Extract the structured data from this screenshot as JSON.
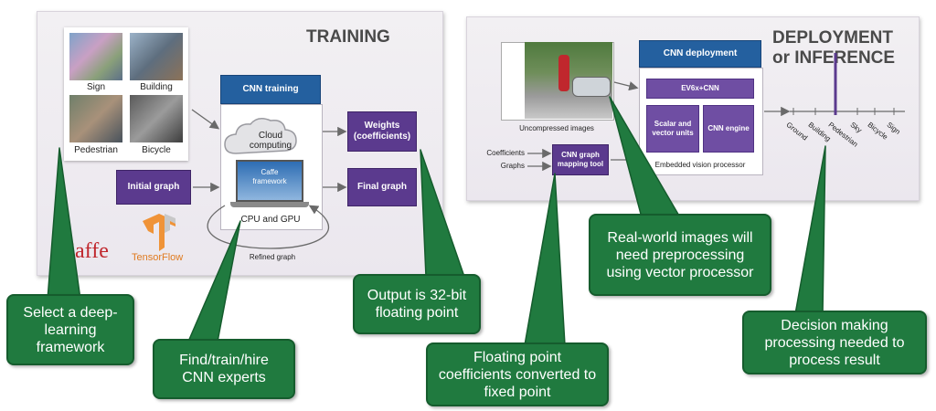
{
  "training": {
    "title": "TRAINING",
    "categories": [
      "Sign",
      "Building",
      "Pedestrian",
      "Bicycle"
    ],
    "cnn_training": "CNN training",
    "cloud_label": "Cloud computing",
    "laptop_label": "Caffe framework",
    "cpu_gpu": "CPU and GPU",
    "refined_graph": "Refined graph",
    "initial_graph": "Initial graph",
    "weights": "Weights (coefficients)",
    "final_graph": "Final graph",
    "caffe_logo": "Caffe",
    "tensorflow_logo": "TensorFlow"
  },
  "deployment": {
    "title_line1": "DEPLOYMENT",
    "title_line2": "or INFERENCE",
    "uncompressed": "Uncompressed images",
    "cnn_deployment": "CNN deployment",
    "ev6x": "EV6x+CNN",
    "scalar_vector": "Scalar and vector units",
    "cnn_engine": "CNN engine",
    "embedded": "Embedded vision processor",
    "coefficients": "Coefficients",
    "graphs": "Graphs",
    "mapping_tool": "CNN graph mapping tool",
    "outputs": [
      "Ground",
      "Building",
      "Pedestrian",
      "Sky",
      "Bicycle",
      "Sign"
    ]
  },
  "callouts": {
    "select": "Select a deep-learning framework",
    "find": "Find/train/hire CNN experts",
    "output": "Output is 32-bit floating point",
    "floating": "Floating point coefficients converted to fixed point",
    "realworld": "Real-world images will need preprocessing using vector processor",
    "decision": "Decision making processing needed to process result"
  },
  "colors": {
    "callout_green": "#207a3f",
    "box_purple": "#5b3a8e",
    "box_blue": "#24609f",
    "caffe_red": "#c0272d",
    "tensorflow_orange": "#f08a24"
  }
}
